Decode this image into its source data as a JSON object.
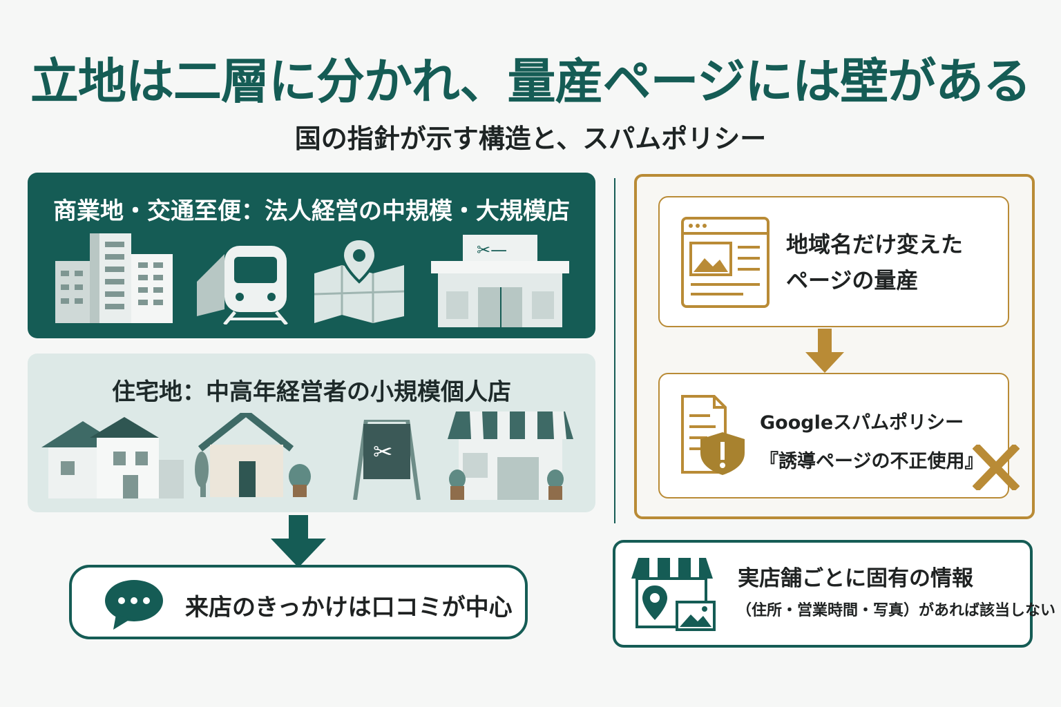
{
  "header": {
    "title": "立地は二層に分かれ、量産ページには壁がある",
    "subtitle": "国の指針が示す構造と、スパムポリシー"
  },
  "commercial": {
    "title": "商業地・交通至便：法人経営の中規模・大規模店"
  },
  "residential": {
    "title": "住宅地：中高年経営者の小規模個人店"
  },
  "word_of_mouth": {
    "label": "来店のきっかけは口コミが中心"
  },
  "spam": {
    "mass_pages_line1": "地域名だけ変えた",
    "mass_pages_line2": "ページの量産",
    "policy_line1": "Googleスパムポリシー",
    "policy_line2": "『誘導ページの不正使用』"
  },
  "store_info": {
    "line1": "実店舗ごとに固有の情報",
    "line2": "（住所・営業時間・写真）があれば該当しない"
  },
  "colors": {
    "primary": "#155c55",
    "gold": "#b98b36",
    "light_panel": "#dde9e7",
    "background": "#f6f7f6"
  }
}
